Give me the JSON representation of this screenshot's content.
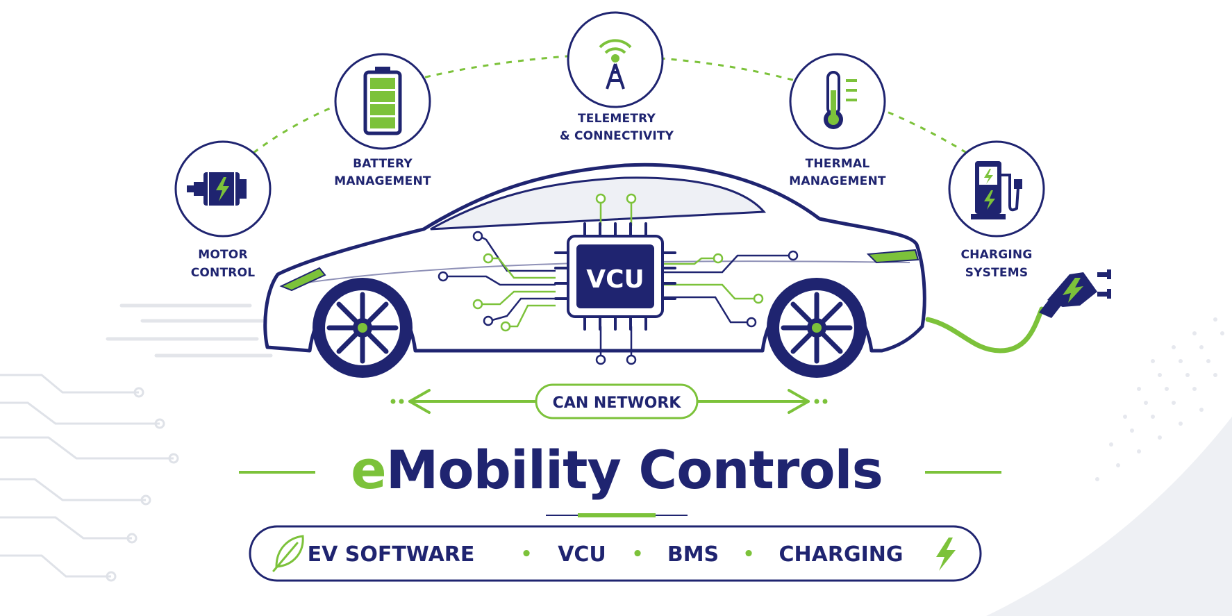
{
  "colors": {
    "navy": "#1f2470",
    "green": "#7cc23a",
    "light_gray": "#dfe2e8"
  },
  "nodes": [
    {
      "id": "motor",
      "icon": "motor-icon",
      "line1": "MOTOR",
      "line2": "CONTROL"
    },
    {
      "id": "battery",
      "icon": "battery-icon",
      "line1": "BATTERY",
      "line2": "MANAGEMENT"
    },
    {
      "id": "telemetry",
      "icon": "antenna-icon",
      "line1": "TELEMETRY",
      "line2": "& CONNECTIVITY"
    },
    {
      "id": "thermal",
      "icon": "thermometer-icon",
      "line1": "THERMAL",
      "line2": "MANAGEMENT"
    },
    {
      "id": "charging",
      "icon": "charging-station-icon",
      "line1": "CHARGING",
      "line2": "SYSTEMS"
    }
  ],
  "chip": {
    "label": "VCU"
  },
  "network": {
    "label": "CAN NETWORK"
  },
  "title": {
    "prefix": "e",
    "rest": "Mobility Controls"
  },
  "tagline": {
    "items": [
      "EV SOFTWARE",
      "VCU",
      "BMS",
      "CHARGING"
    ],
    "separator": "•",
    "left_icon": "leaf-icon",
    "right_icon": "lightning-icon"
  }
}
